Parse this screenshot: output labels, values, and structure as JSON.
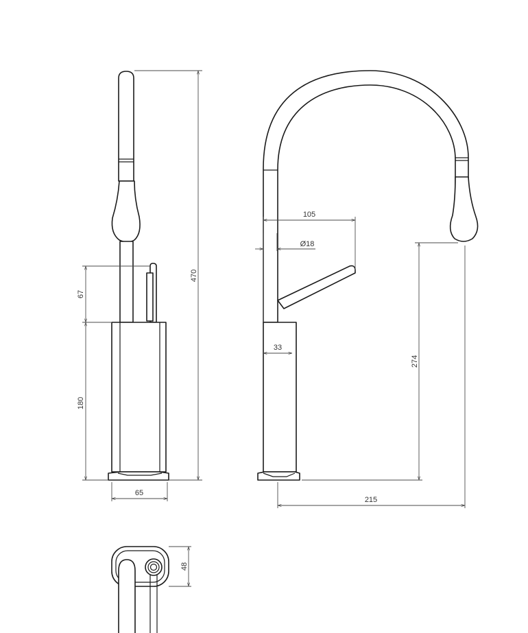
{
  "drawing": {
    "title": "",
    "dimensions": {
      "overall_height": "470",
      "handle_height": "67",
      "body_height": "180",
      "base_width": "65",
      "reach_to_lever": "105",
      "spout_diameter": "Ø18",
      "body_depth": "33",
      "spout_clearance": "274",
      "spout_reach": "215",
      "base_depth": "48"
    },
    "views": [
      "front-view",
      "side-view",
      "top-view"
    ],
    "line_color": "#1a1a1a",
    "dimension_line_color": "#4a4a4a",
    "background_color": "#ffffff"
  }
}
